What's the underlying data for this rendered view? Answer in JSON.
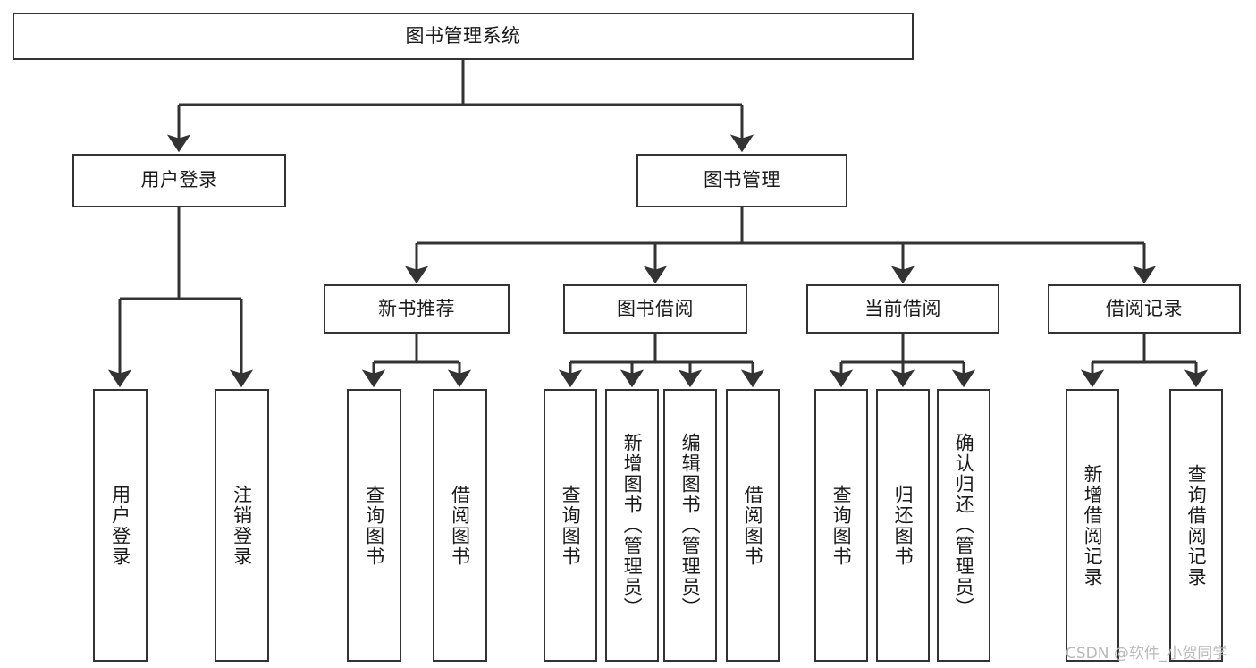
{
  "diagram": {
    "title": "图书管理系统",
    "type": "tree",
    "watermark": "CSDN @软件_小贺同学",
    "colors": {
      "background": "#ffffff",
      "border": "#333333",
      "connector": "#333333",
      "text": "#1a1a1a",
      "watermark": "#b9b9b9"
    },
    "nodes": {
      "root": {
        "label": "图书管理系统"
      },
      "level2": [
        {
          "id": "user-login",
          "label": "用户登录"
        },
        {
          "id": "book-manage",
          "label": "图书管理"
        }
      ],
      "level3": [
        {
          "id": "new-book-recommend",
          "label": "新书推荐"
        },
        {
          "id": "book-borrow",
          "label": "图书借阅"
        },
        {
          "id": "current-borrow",
          "label": "当前借阅"
        },
        {
          "id": "borrow-record",
          "label": "借阅记录"
        }
      ],
      "leaves": {
        "user-login": [
          {
            "id": "leaf-user-login",
            "label": "用户登录"
          },
          {
            "id": "leaf-logout-login",
            "label": "注销登录"
          }
        ],
        "new-book-recommend": [
          {
            "id": "leaf-query-book-1",
            "label": "查询图书"
          },
          {
            "id": "leaf-borrow-book-1",
            "label": "借阅图书"
          }
        ],
        "book-borrow": [
          {
            "id": "leaf-query-book-2",
            "label": "查询图书"
          },
          {
            "id": "leaf-add-book",
            "label": "新增图书（管理员）"
          },
          {
            "id": "leaf-edit-book",
            "label": "编辑图书（管理员）"
          },
          {
            "id": "leaf-borrow-book-2",
            "label": "借阅图书"
          }
        ],
        "current-borrow": [
          {
            "id": "leaf-query-book-3",
            "label": "查询图书"
          },
          {
            "id": "leaf-return-book",
            "label": "归还图书"
          },
          {
            "id": "leaf-confirm-return",
            "label": "确认归还（管理员）"
          }
        ],
        "borrow-record": [
          {
            "id": "leaf-add-record",
            "label": "新增借阅记录"
          },
          {
            "id": "leaf-query-record",
            "label": "查询借阅记录"
          }
        ]
      }
    }
  }
}
